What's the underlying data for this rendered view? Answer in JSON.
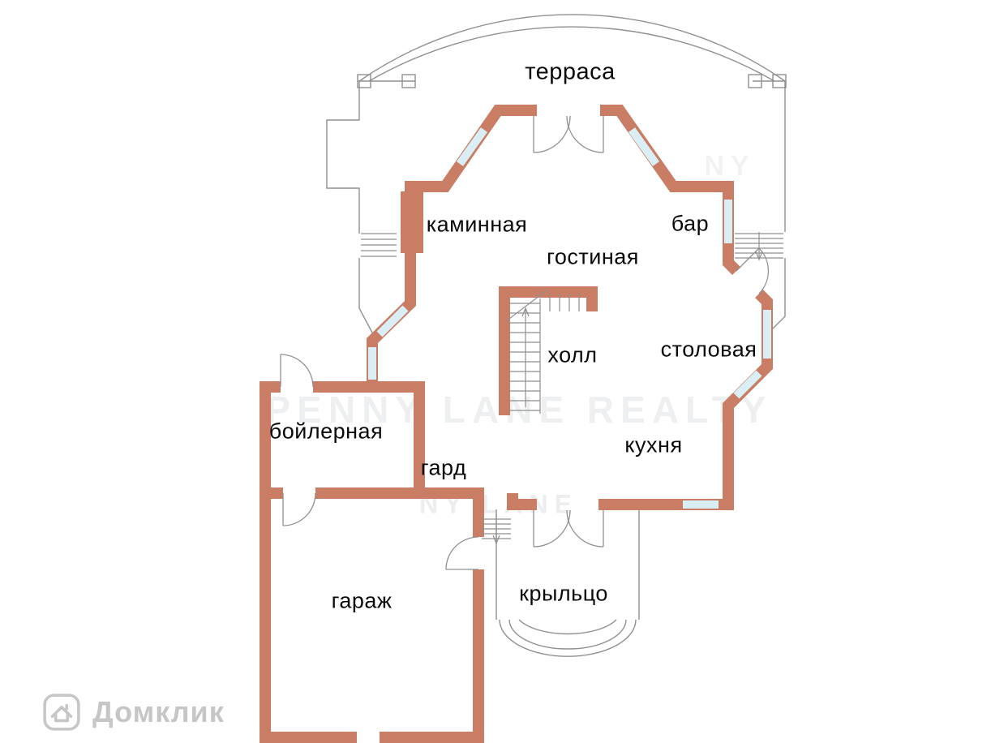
{
  "plan": {
    "rooms": [
      {
        "id": "terrace",
        "label": "терраса"
      },
      {
        "id": "fireplace-room",
        "label": "каминная"
      },
      {
        "id": "bar",
        "label": "бар"
      },
      {
        "id": "living-room",
        "label": "гостиная"
      },
      {
        "id": "hall",
        "label": "холл"
      },
      {
        "id": "dining-room",
        "label": "столовая"
      },
      {
        "id": "boiler-room",
        "label": "бойлерная"
      },
      {
        "id": "wardrobe",
        "label": "гард"
      },
      {
        "id": "kitchen",
        "label": "кухня"
      },
      {
        "id": "garage",
        "label": "гараж"
      },
      {
        "id": "porch",
        "label": "крыльцо"
      }
    ],
    "colors": {
      "wall": "#c97d64",
      "window": "#daeef6",
      "outline": "#909090",
      "label": "#0a0a0a",
      "watermark": "#bcbcbc"
    }
  },
  "watermarks": {
    "brand": "Домклик",
    "agency_fragments": [
      "PENNY LANE REALTY",
      "NY LANE",
      "NY"
    ]
  }
}
